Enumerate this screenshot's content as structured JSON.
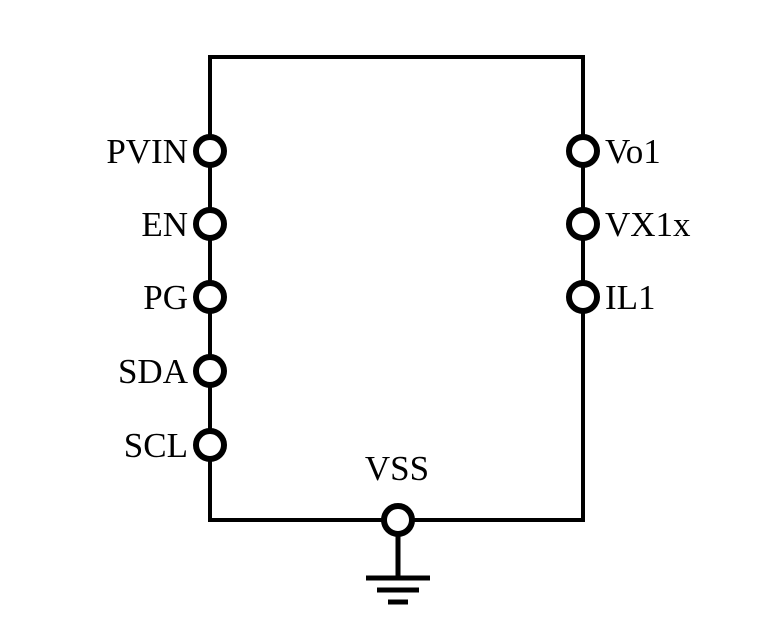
{
  "diagram": {
    "kind": "circuit-block-schematic",
    "pins": {
      "left": [
        {
          "name": "PVIN"
        },
        {
          "name": "EN"
        },
        {
          "name": "PG"
        },
        {
          "name": "SDA"
        },
        {
          "name": "SCL"
        }
      ],
      "right": [
        {
          "name": "Vo1"
        },
        {
          "name": "VX1x"
        },
        {
          "name": "IL1"
        }
      ],
      "bottom": [
        {
          "name": "VSS"
        }
      ]
    },
    "symbols": {
      "ground": "earth-ground"
    },
    "colors": {
      "line": "#000000",
      "pin_fill": "#ffffff",
      "background": "#ffffff"
    }
  }
}
